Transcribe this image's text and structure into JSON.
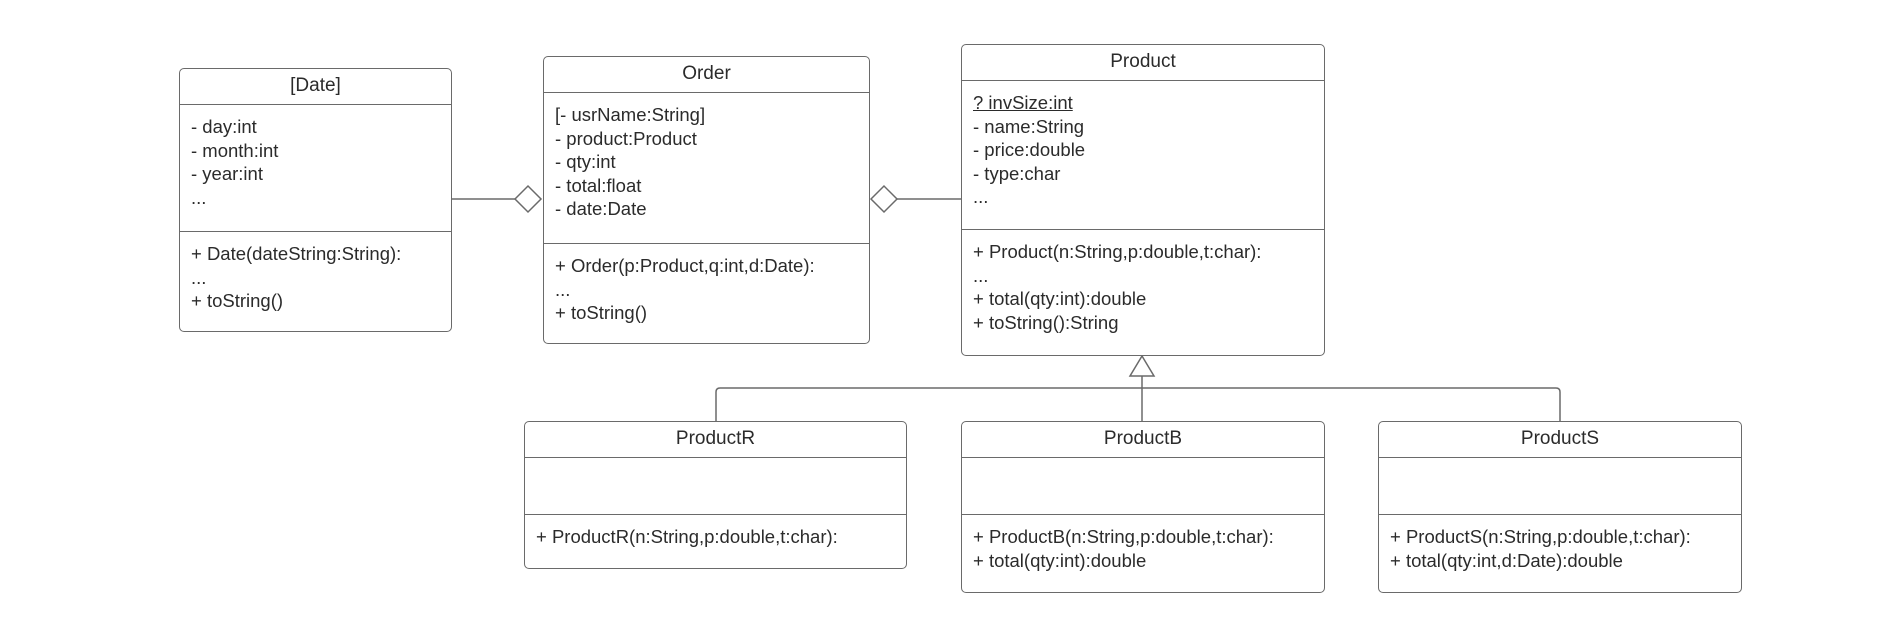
{
  "classes": {
    "date": {
      "name": "[Date]",
      "attributes": [
        "- day:int",
        "- month:int",
        "- year:int",
        "..."
      ],
      "methods": [
        "+ Date(dateString:String):",
        "...",
        "+ toString()"
      ]
    },
    "order": {
      "name": "Order",
      "attributes": [
        "[- usrName:String]",
        "- product:Product",
        "- qty:int",
        "- total:float",
        "- date:Date"
      ],
      "methods": [
        "+ Order(p:Product,q:int,d:Date):",
        "...",
        "+ toString()"
      ]
    },
    "product": {
      "name": "Product",
      "attributes": [
        "? invSize:int",
        "- name:String",
        "- price:double",
        "- type:char",
        "..."
      ],
      "methods": [
        "+ Product(n:String,p:double,t:char):",
        "...",
        "+ total(qty:int):double",
        "+ toString():String"
      ]
    },
    "productR": {
      "name": "ProductR",
      "attributes": [],
      "methods": [
        "+ ProductR(n:String,p:double,t:char):"
      ]
    },
    "productB": {
      "name": "ProductB",
      "attributes": [],
      "methods": [
        "+ ProductB(n:String,p:double,t:char):",
        "+ total(qty:int):double"
      ]
    },
    "productS": {
      "name": "ProductS",
      "attributes": [],
      "methods": [
        "+ ProductS(n:String,p:double,t:char):",
        "+ total(qty:int,d:Date):double"
      ]
    }
  },
  "relationships": [
    {
      "type": "aggregation",
      "whole": "order",
      "part": "date"
    },
    {
      "type": "aggregation",
      "whole": "order",
      "part": "product"
    },
    {
      "type": "generalization",
      "parent": "product",
      "children": [
        "productR",
        "productB",
        "productS"
      ]
    }
  ]
}
